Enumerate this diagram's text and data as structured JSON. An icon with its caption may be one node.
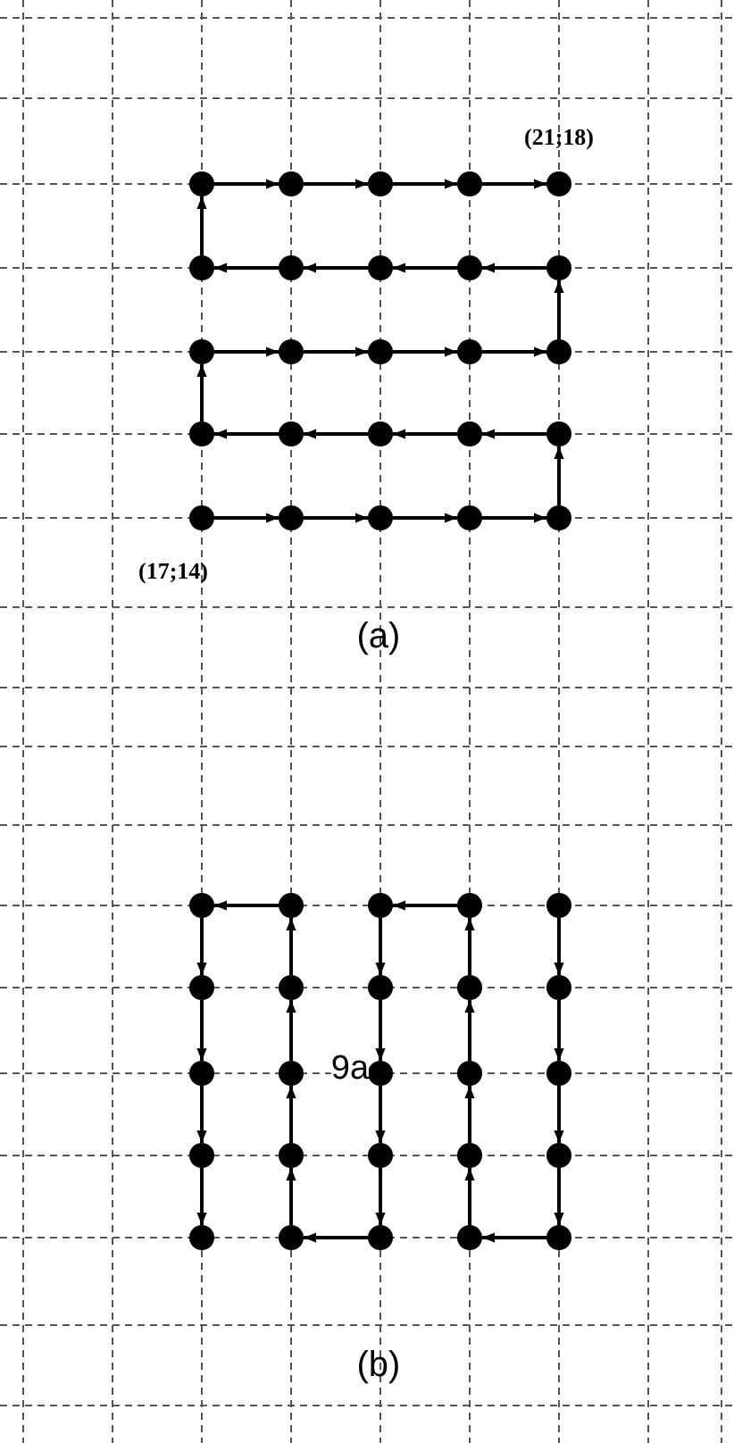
{
  "diagram": {
    "nodes": [
      {
        "text": [],
        "shape": "circle"
      },
      {
        "text": [],
        "shape": "circle"
      },
      {
        "text": [],
        "shape": "circle"
      },
      {
        "text": [],
        "shape": "circle"
      },
      {
        "text": [],
        "shape": "circle",
        "beside": [
          "(21;18)"
        ]
      },
      {
        "text": [],
        "shape": "circle"
      },
      {
        "text": [],
        "shape": "circle"
      },
      {
        "text": [],
        "shape": "circle"
      },
      {
        "text": [],
        "shape": "circle"
      },
      {
        "text": [],
        "shape": "circle"
      },
      {
        "text": [],
        "shape": "circle"
      },
      {
        "text": [],
        "shape": "circle"
      },
      {
        "text": [],
        "shape": "circle"
      },
      {
        "text": [],
        "shape": "circle"
      },
      {
        "text": [],
        "shape": "circle"
      },
      {
        "text": [],
        "shape": "circle"
      },
      {
        "text": [],
        "shape": "circle"
      },
      {
        "text": [],
        "shape": "circle"
      },
      {
        "text": [],
        "shape": "circle"
      },
      {
        "text": [],
        "shape": "circle"
      },
      {
        "text": [],
        "shape": "circle",
        "beside": [
          "(17;14)"
        ]
      },
      {
        "text": [],
        "shape": "circle"
      },
      {
        "text": [],
        "shape": "circle"
      },
      {
        "text": [],
        "shape": "circle"
      },
      {
        "text": [],
        "shape": "circle"
      },
      {
        "text": [],
        "shape": "circle"
      },
      {
        "text": [],
        "shape": "circle"
      },
      {
        "text": [],
        "shape": "circle"
      },
      {
        "text": [],
        "shape": "circle"
      },
      {
        "text": [],
        "shape": "circle"
      },
      {
        "text": [],
        "shape": "circle"
      },
      {
        "text": [],
        "shape": "circle"
      },
      {
        "text": [],
        "shape": "circle"
      },
      {
        "text": [],
        "shape": "circle"
      },
      {
        "text": [],
        "shape": "circle"
      },
      {
        "text": [],
        "shape": "circle"
      },
      {
        "text": [],
        "shape": "circle"
      },
      {
        "text": [],
        "shape": "circle"
      },
      {
        "text": [],
        "shape": "circle"
      },
      {
        "text": [],
        "shape": "circle"
      },
      {
        "text": [],
        "shape": "circle"
      },
      {
        "text": [],
        "shape": "circle"
      },
      {
        "text": [],
        "shape": "circle"
      },
      {
        "text": [],
        "shape": "circle"
      },
      {
        "text": [],
        "shape": "circle"
      },
      {
        "text": [],
        "shape": "circle"
      },
      {
        "text": [],
        "shape": "circle"
      },
      {
        "text": [],
        "shape": "circle"
      },
      {
        "text": [],
        "shape": "circle"
      },
      {
        "text": [],
        "shape": "circle"
      }
    ],
    "edges": [
      {
        "from": 20,
        "to": 21,
        "arrow": "to"
      },
      {
        "from": 21,
        "to": 22,
        "arrow": "to"
      },
      {
        "from": 22,
        "to": 23,
        "arrow": "to"
      },
      {
        "from": 23,
        "to": 24,
        "arrow": "to"
      },
      {
        "from": 24,
        "to": 19,
        "arrow": "to"
      },
      {
        "from": 19,
        "to": 18,
        "arrow": "to"
      },
      {
        "from": 18,
        "to": 17,
        "arrow": "to"
      },
      {
        "from": 17,
        "to": 16,
        "arrow": "to"
      },
      {
        "from": 16,
        "to": 15,
        "arrow": "to"
      },
      {
        "from": 15,
        "to": 10,
        "arrow": "to"
      },
      {
        "from": 10,
        "to": 11,
        "arrow": "to"
      },
      {
        "from": 11,
        "to": 12,
        "arrow": "to"
      },
      {
        "from": 12,
        "to": 13,
        "arrow": "to"
      },
      {
        "from": 13,
        "to": 14,
        "arrow": "to"
      },
      {
        "from": 14,
        "to": 9,
        "arrow": "to"
      },
      {
        "from": 9,
        "to": 8,
        "arrow": "to"
      },
      {
        "from": 8,
        "to": 7,
        "arrow": "to"
      },
      {
        "from": 7,
        "to": 6,
        "arrow": "to"
      },
      {
        "from": 6,
        "to": 5,
        "arrow": "to"
      },
      {
        "from": 5,
        "to": 0,
        "arrow": "to"
      },
      {
        "from": 0,
        "to": 1,
        "arrow": "to"
      },
      {
        "from": 1,
        "to": 2,
        "arrow": "to"
      },
      {
        "from": 2,
        "to": 3,
        "arrow": "to"
      },
      {
        "from": 3,
        "to": 4,
        "arrow": "to"
      },
      {
        "from": 29,
        "to": 34,
        "arrow": "to"
      },
      {
        "from": 34,
        "to": 39,
        "arrow": "to"
      },
      {
        "from": 39,
        "to": 44,
        "arrow": "to"
      },
      {
        "from": 44,
        "to": 49,
        "arrow": "to"
      },
      {
        "from": 49,
        "to": 48,
        "arrow": "to"
      },
      {
        "from": 48,
        "to": 43,
        "arrow": "to"
      },
      {
        "from": 43,
        "to": 38,
        "arrow": "to"
      },
      {
        "from": 38,
        "to": 33,
        "arrow": "to"
      },
      {
        "from": 33,
        "to": 28,
        "arrow": "to"
      },
      {
        "from": 28,
        "to": 27,
        "arrow": "to"
      },
      {
        "from": 27,
        "to": 32,
        "arrow": "to"
      },
      {
        "from": 32,
        "to": 37,
        "arrow": "to"
      },
      {
        "from": 37,
        "to": 42,
        "arrow": "to"
      },
      {
        "from": 42,
        "to": 47,
        "arrow": "to"
      },
      {
        "from": 47,
        "to": 46,
        "arrow": "to"
      },
      {
        "from": 46,
        "to": 41,
        "arrow": "to"
      },
      {
        "from": 41,
        "to": 36,
        "arrow": "to"
      },
      {
        "from": 36,
        "to": 31,
        "arrow": "to"
      },
      {
        "from": 31,
        "to": 26,
        "arrow": "to"
      },
      {
        "from": 26,
        "to": 25,
        "arrow": "to"
      },
      {
        "from": 25,
        "to": 30,
        "arrow": "to"
      },
      {
        "from": 30,
        "to": 35,
        "arrow": "to"
      },
      {
        "from": 35,
        "to": 40,
        "arrow": "to"
      },
      {
        "from": 40,
        "to": 45,
        "arrow": "to"
      }
    ],
    "labels": [
      "(a)",
      "9a",
      "(b)"
    ]
  }
}
